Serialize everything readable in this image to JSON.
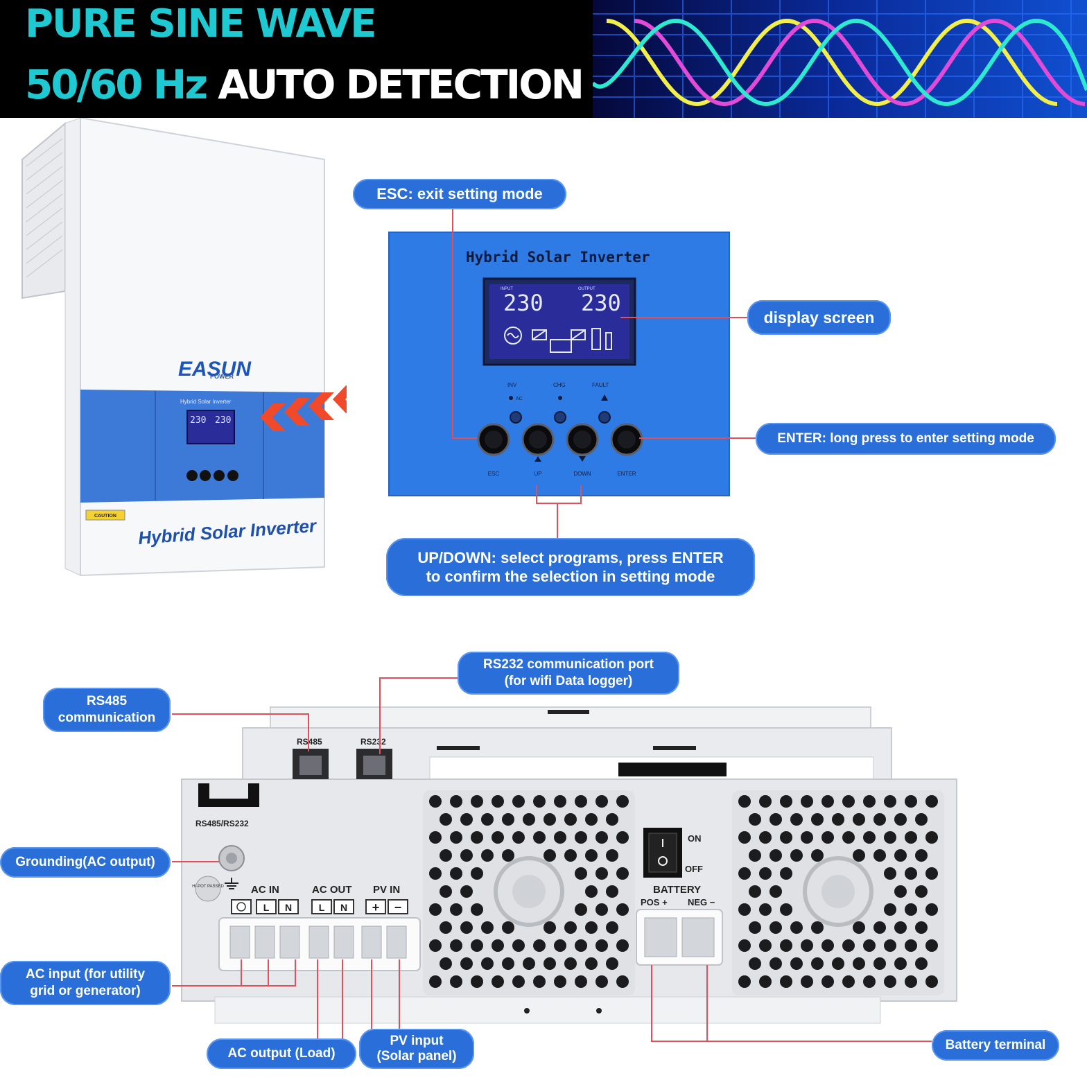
{
  "banner": {
    "line1": "PURE SINE WAVE",
    "line2_accent": "50/60 Hz",
    "line2_rest": " AUTO DETECTION"
  },
  "product": {
    "brand_top": "EASUN",
    "brand_bottom": "POWER",
    "panel_title": "Hybrid Solar Inverter",
    "front_label": "Hybrid Solar Inverter",
    "caution": "CAUTION"
  },
  "panel": {
    "title": "Hybrid Solar Inverter",
    "display": {
      "input_label": "INPUT",
      "output_label": "OUTPUT",
      "input_value": "230",
      "output_value": "230"
    },
    "indicators": [
      "INV",
      "CHG",
      "FAULT"
    ],
    "indicator_sub": "AC",
    "buttons": [
      "ESC",
      "UP",
      "DOWN",
      "ENTER"
    ]
  },
  "callouts": {
    "esc": "ESC: exit setting mode",
    "display": "display screen",
    "enter": "ENTER: long press  to enter setting mode",
    "updown_line1": "UP/DOWN: select programs, press ENTER",
    "updown_line2": "to confirm the selection in setting mode",
    "rs232_line1": "RS232 communication port",
    "rs232_line2": "(for wifi Data logger)",
    "rs485_line1": "RS485",
    "rs485_line2": "communication",
    "grounding": "Grounding(AC output)",
    "acin_line1": "AC input (for utility",
    "acin_line2": "grid or generator)",
    "acout": "AC output (Load)",
    "pv_line1": "PV input",
    "pv_line2": "(Solar panel)",
    "battery": "Battery terminal"
  },
  "rear": {
    "port_rs485": "RS485",
    "port_rs232": "RS232",
    "port_caption": "RS485/RS232",
    "hipot": "HI-POT PASSED",
    "ac_in": "AC IN",
    "ac_out": "AC OUT",
    "pv_in": "PV IN",
    "L": "L",
    "N": "N",
    "plus": "+",
    "minus": "−",
    "on": "ON",
    "off": "OFF",
    "battery": "BATTERY",
    "pos": "POS +",
    "neg": "NEG −"
  },
  "colors": {
    "accent_teal": "#1ec9d2",
    "callout_blue": "#2a6fd9",
    "panel_blue": "#2f7be6",
    "lcd": "#2a2c9a",
    "leader_red": "#e0505a",
    "arrow_red": "#f04a2a"
  },
  "icons": [
    "sine-wave-graphic",
    "arrow-chevron-icon",
    "ground-symbol-icon",
    "fan-grille-icon"
  ]
}
